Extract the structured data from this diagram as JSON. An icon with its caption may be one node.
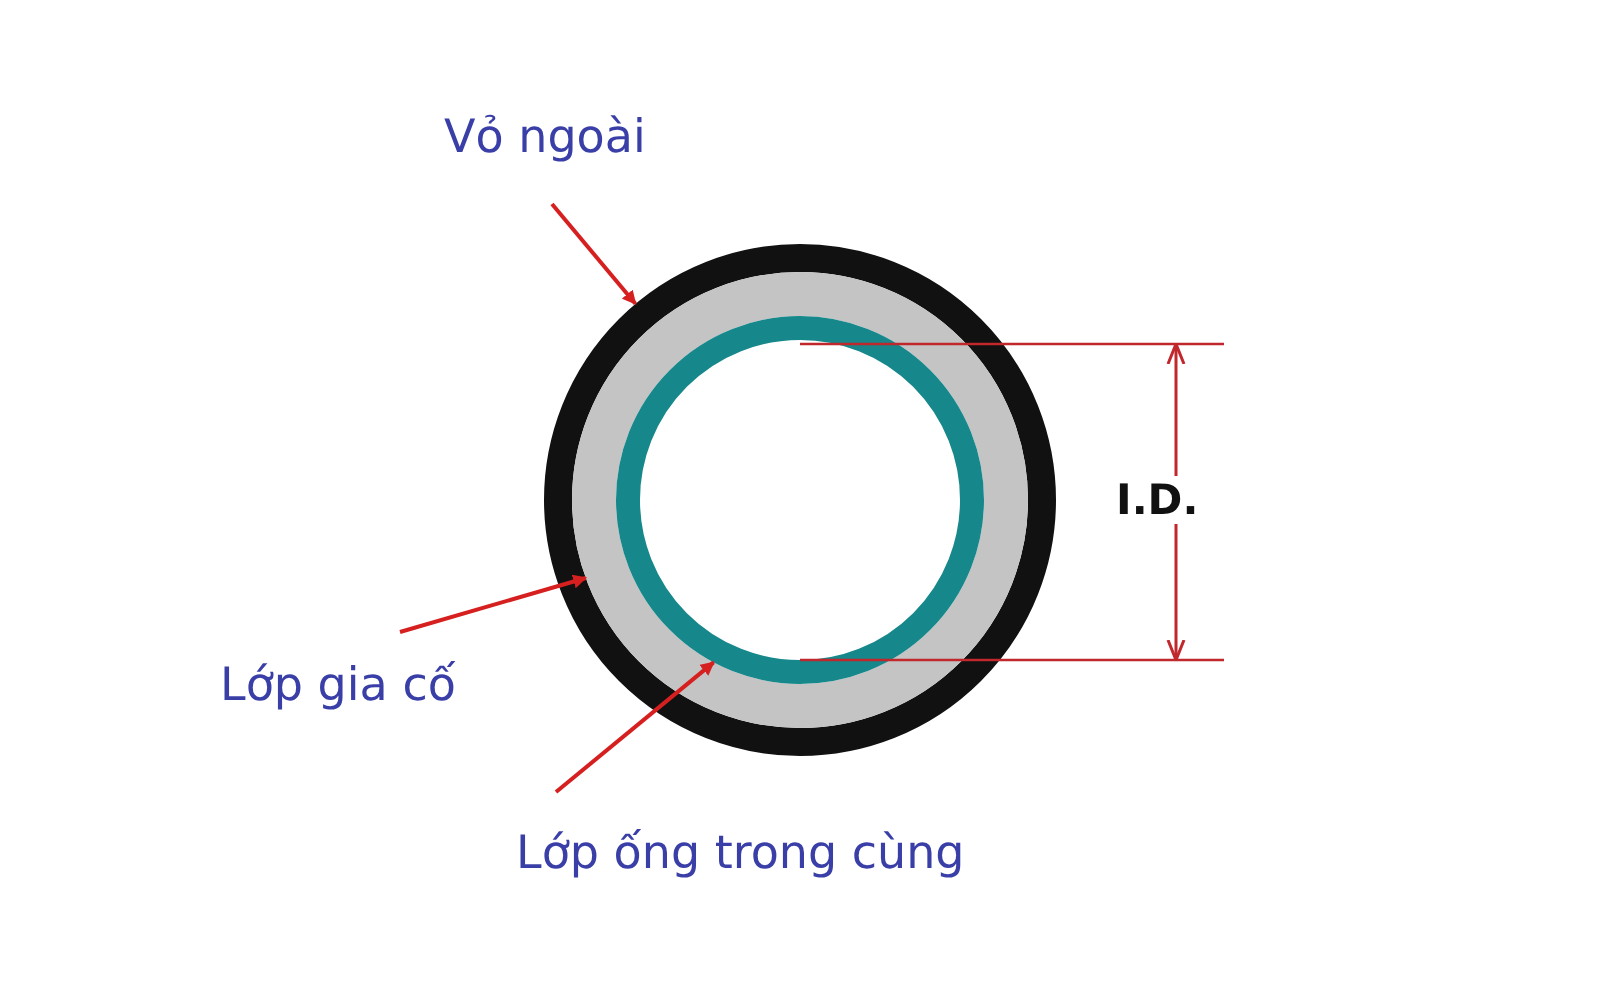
{
  "diagram": {
    "nodes": [
      {
        "text": [
          "Vỏ ngoài"
        ]
      },
      {
        "text": [],
        "shape": "circle"
      },
      {
        "text": [
          "Lớp gia cố"
        ]
      },
      {
        "text": [],
        "shape": "circle",
        "in": 1
      },
      {
        "text": [
          "Lớp ống trong cùng"
        ]
      },
      {
        "text": [],
        "shape": "circle",
        "in": 3
      }
    ],
    "edges": [
      {
        "from": 0,
        "to": 1,
        "arrow": "to"
      },
      {
        "from": 2,
        "to": 3,
        "arrow": "to"
      },
      {
        "from": 4,
        "to": 5,
        "arrow": "to"
      }
    ],
    "labels": [
      "I.D."
    ]
  }
}
